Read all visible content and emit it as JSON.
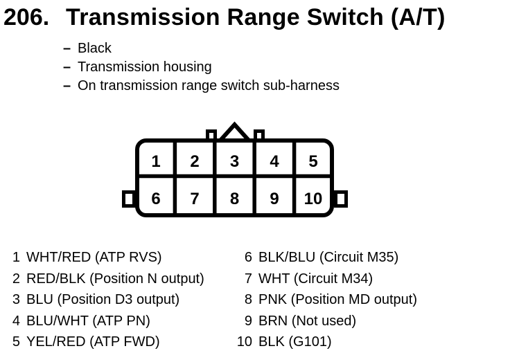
{
  "header": {
    "number": "206.",
    "title": "Transmission Range Switch (A/T)"
  },
  "notes": {
    "dash": "–",
    "items": [
      "Black",
      "Transmission housing",
      "On transmission range switch sub-harness"
    ]
  },
  "connector": {
    "top_row": [
      "1",
      "2",
      "3",
      "4",
      "5"
    ],
    "bottom_row": [
      "6",
      "7",
      "8",
      "9",
      "10"
    ]
  },
  "pins": {
    "left": [
      {
        "num": "1",
        "label": "WHT/RED (ATP RVS)"
      },
      {
        "num": "2",
        "label": "RED/BLK (Position N output)"
      },
      {
        "num": "3",
        "label": "BLU (Position D3 output)"
      },
      {
        "num": "4",
        "label": "BLU/WHT (ATP PN)"
      },
      {
        "num": "5",
        "label": "YEL/RED (ATP FWD)"
      }
    ],
    "right": [
      {
        "num": "6",
        "label": "BLK/BLU (Circuit M35)"
      },
      {
        "num": "7",
        "label": "WHT (Circuit M34)"
      },
      {
        "num": "8",
        "label": "PNK (Position MD output)"
      },
      {
        "num": "9",
        "label": "BRN (Not used)"
      },
      {
        "num": "10",
        "label": "BLK (G101)"
      }
    ]
  },
  "colors": {
    "ink": "#000000",
    "paper": "#ffffff"
  }
}
